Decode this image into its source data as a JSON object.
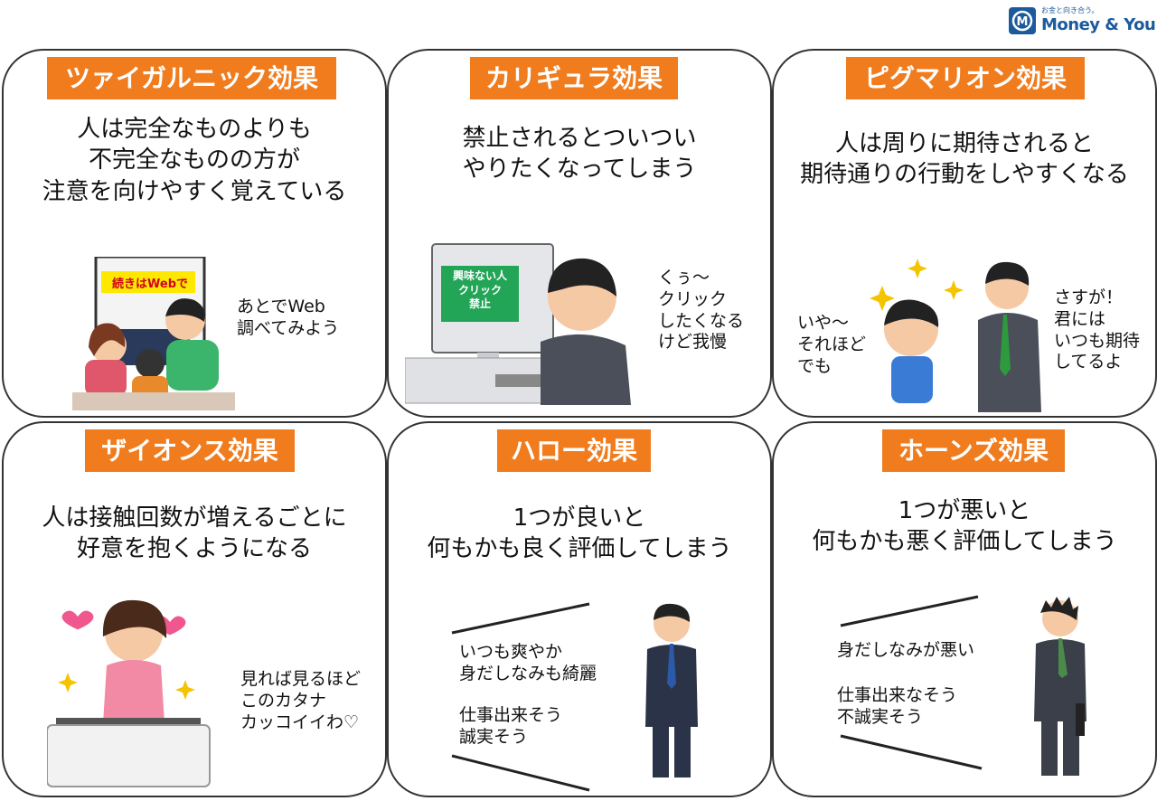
{
  "brand": {
    "tagline": "お金と向き合う。",
    "name": "Money & You",
    "color": "#1b5a9c"
  },
  "accent": "#f07c1e",
  "cards": [
    {
      "title": "ツァイガルニック効果",
      "desc": "人は完全なものよりも\n不完全なものの方が\n注意を向けやすく覚えている",
      "screen": "続きはWebで",
      "speech": "あとでWeb\n調べてみよう"
    },
    {
      "title": "カリギュラ効果",
      "desc": "禁止されるとついつい\nやりたくなってしまう",
      "screen": "興味ない人\nクリック\n禁止",
      "speech": "くぅ～\nクリック\nしたくなる\nけど我慢"
    },
    {
      "title": "ピグマリオン効果",
      "desc": "人は周りに期待されると\n期待通りの行動をしやすくなる",
      "speech_left": "いや～\nそれほど\nでも",
      "speech_right": "さすが！\n君には\nいつも期待\nしてるよ"
    },
    {
      "title": "ザイオンス効果",
      "desc": "人は接触回数が増えるごとに\n好意を抱くようになる",
      "speech": "見れば見るほど\nこのカタナ\nカッコイイわ♡"
    },
    {
      "title": "ハロー効果",
      "desc": "1つが良いと\n何もかも良く評価してしまう",
      "speech_top": "いつも爽やか\n身だしなみも綺麗",
      "speech_bottom": "仕事出来そう\n誠実そう"
    },
    {
      "title": "ホーンズ効果",
      "desc": "1つが悪いと\n何もかも悪く評価してしまう",
      "speech_top": "身だしなみが悪い",
      "speech_bottom": "仕事出来なそう\n不誠実そう"
    }
  ]
}
